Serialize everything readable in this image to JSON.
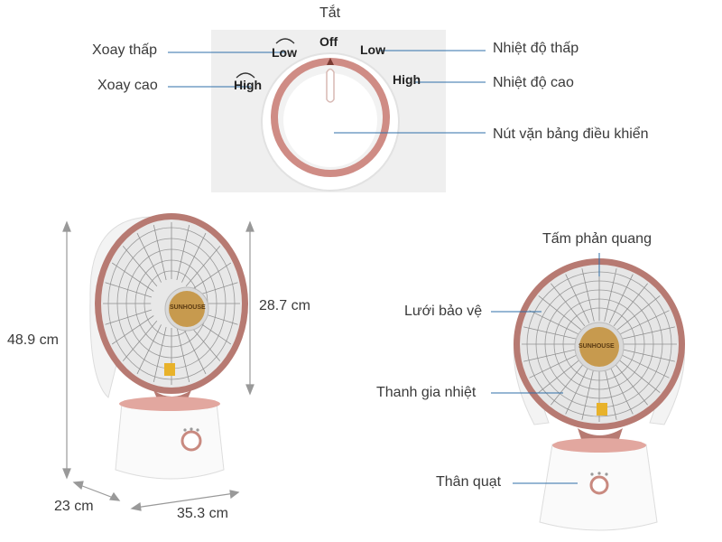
{
  "control_panel": {
    "knob_labels": {
      "off": "Off",
      "low_left": "Low",
      "high_left": "High",
      "low_right": "Low",
      "high_right": "High"
    },
    "callouts": {
      "off": "Tắt",
      "swing_low": "Xoay thấp",
      "swing_high": "Xoay cao",
      "temp_low": "Nhiệt độ thấp",
      "temp_high": "Nhiệt độ cao",
      "knob": "Nút vặn bảng điều khiển"
    }
  },
  "dimensions": {
    "height_total": "48.9 cm",
    "height_head": "28.7 cm",
    "depth": "23 cm",
    "width": "35.3 cm"
  },
  "parts": {
    "reflector": "Tấm phản quang",
    "guard": "Lưới bảo vệ",
    "heating_bar": "Thanh gia nhiệt",
    "body": "Thân quạt"
  },
  "brand": "SUNHOUSE",
  "colors": {
    "accent": "#c98a80",
    "line": "#2f6fa8",
    "body": "#f7f7f7"
  }
}
